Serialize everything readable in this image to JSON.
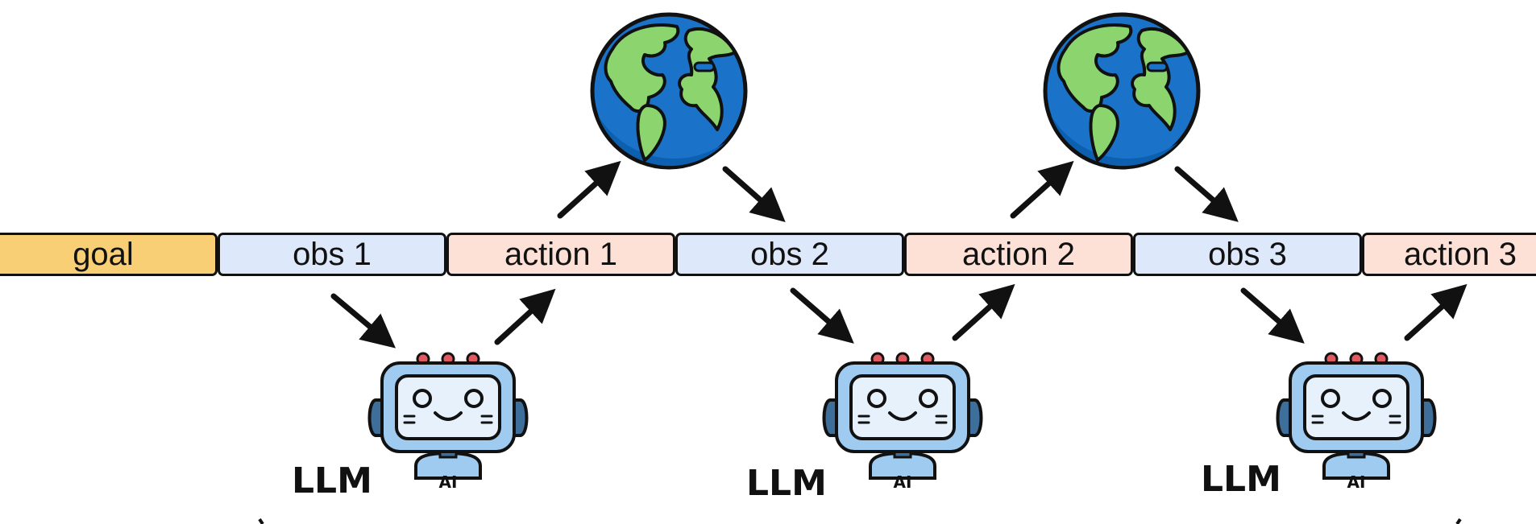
{
  "sequence": [
    {
      "kind": "goal",
      "label": "goal"
    },
    {
      "kind": "obs",
      "label": "obs 1"
    },
    {
      "kind": "action",
      "label": "action 1"
    },
    {
      "kind": "obs",
      "label": "obs 2"
    },
    {
      "kind": "action",
      "label": "action 2"
    },
    {
      "kind": "obs",
      "label": "obs 3"
    },
    {
      "kind": "action",
      "label": "action 3"
    }
  ],
  "agents": [
    {
      "label": "LLM",
      "badge": "AI"
    },
    {
      "label": "LLM",
      "badge": "AI"
    },
    {
      "label": "LLM",
      "badge": "AI"
    }
  ],
  "environment": {
    "icon": "globe-icon"
  },
  "colors": {
    "goal": "#f8cf75",
    "obs": "#dde8fb",
    "action": "#fde0d6",
    "robot_body": "#9fcbf0",
    "robot_screen": "#e7f1fc",
    "ocean": "#1976d2",
    "land": "#8bd46e"
  }
}
